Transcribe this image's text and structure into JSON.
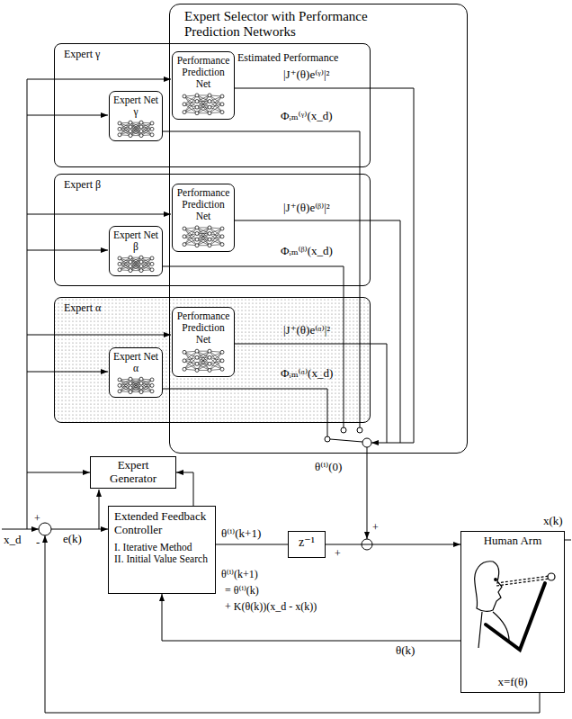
{
  "diagram": {
    "nodes": [
      {
        "text": [
          "Expert Selector with Performance Prediction Networks"
        ]
      },
      {
        "text": [
          "Expert γ"
        ]
      },
      {
        "text": [
          "Performance Prediction Net"
        ],
        "in": 1
      },
      {
        "text": [
          "Expert Net γ"
        ],
        "in": 1
      },
      {
        "text": [
          "Expert β"
        ]
      },
      {
        "text": [
          "Performance Prediction Net"
        ],
        "in": 4
      },
      {
        "text": [
          "Expert Net β"
        ],
        "in": 4
      },
      {
        "text": [
          "Expert α"
        ]
      },
      {
        "text": [
          "Performance Prediction Net"
        ],
        "in": 7
      },
      {
        "text": [
          "Expert Net α"
        ],
        "in": 7
      },
      {
        "text": [
          "Expert Generator"
        ]
      },
      {
        "text": [
          "Extended Feedback Controller",
          "I. Iterative Method",
          "II. Initial Value Search"
        ]
      },
      {
        "text": [
          "z⁻¹"
        ]
      },
      {
        "text": [
          "Human Arm",
          "x=f(θ)"
        ]
      }
    ],
    "edges": [
      {
        "from": 11,
        "to": 10,
        "arrow": "to"
      },
      {
        "from": 11,
        "to": 12,
        "arrow": "none"
      },
      {
        "from": 12,
        "to": 13,
        "arrow": "to"
      },
      {
        "from": 13,
        "to": 11,
        "arrow": "to"
      }
    ],
    "labels": [
      "Estimated Performance",
      "|J⁺(θ)e⁽ᵞ⁾|²",
      "Φᵢₘ⁽ᵞ⁾(x_d)",
      "|J⁺(θ)e⁽ᵝ⁾|²",
      "Φᵢₘ⁽ᵝ⁾(x_d)",
      "|J⁺(θ)e⁽ᵅ⁾|²",
      "Φᵢₘ⁽ᵅ⁾(x_d)",
      "θ⁽ⁱ⁾(0)",
      "x_d",
      "+",
      "e(k)",
      "-",
      "θ⁽ⁱ⁾(k+1)",
      "θ⁽ⁱ⁾(k+1)",
      "= θ⁽ⁱ⁾(k)",
      "+ K(θ(k))(x_d - x(k))",
      "θ(k)",
      "x(k)",
      "+",
      "+"
    ]
  }
}
